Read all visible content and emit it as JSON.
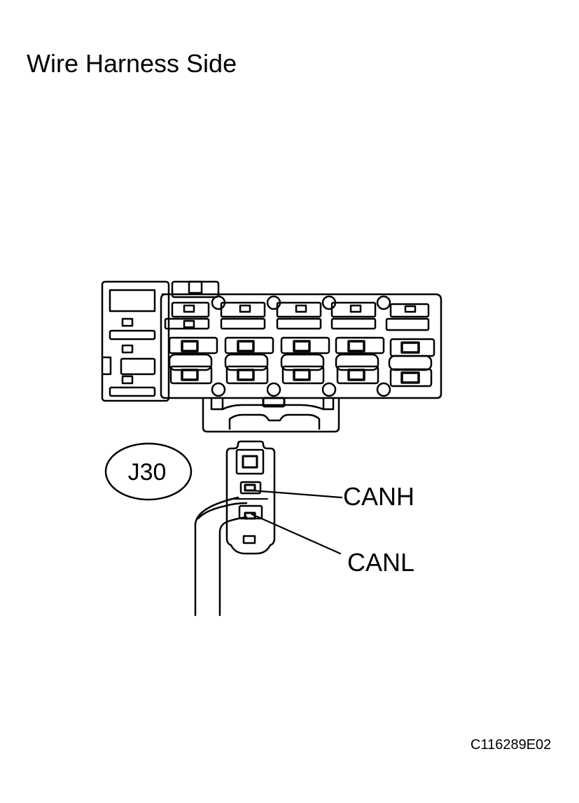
{
  "title": "Wire Harness Side",
  "connector": {
    "id_label": "J30",
    "pins": [
      {
        "label": "CANH"
      },
      {
        "label": "CANL"
      }
    ]
  },
  "figure_code": "C116289E02"
}
